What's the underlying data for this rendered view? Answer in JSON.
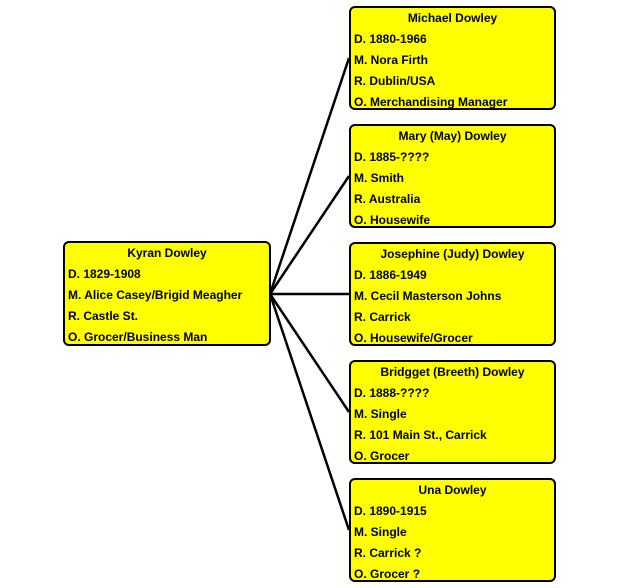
{
  "parent": {
    "name": "Kyran Dowley",
    "dates": "D. 1829-1908",
    "married": "M. Alice Casey/Brigid Meagher",
    "residence": "R. Castle St.",
    "occupation": "O. Grocer/Business Man"
  },
  "children": [
    {
      "name": "Michael Dowley",
      "dates": "D. 1880-1966",
      "married": "M. Nora Firth",
      "residence": "R. Dublin/USA",
      "occupation": "O. Merchandising Manager"
    },
    {
      "name": "Mary (May) Dowley",
      "dates": "D. 1885-????",
      "married": "M. Smith",
      "residence": "R. Australia",
      "occupation": "O. Housewife"
    },
    {
      "name": "Josephine (Judy) Dowley",
      "dates": "D. 1886-1949",
      "married": "M. Cecil Masterson Johns",
      "residence": "R. Carrick",
      "occupation": "O. Housewife/Grocer"
    },
    {
      "name": "Bridgget (Breeth)  Dowley",
      "dates": "D. 1888-????",
      "married": "M. Single",
      "residence": "R. 101 Main St., Carrick",
      "occupation": "O. Grocer"
    },
    {
      "name": "Una Dowley",
      "dates": "D. 1890-1915",
      "married": "M. Single",
      "residence": "R. Carrick ?",
      "occupation": "O. Grocer ?"
    }
  ],
  "colors": {
    "box_fill": "#ffff00",
    "border": "#000000",
    "connector": "#000000"
  }
}
